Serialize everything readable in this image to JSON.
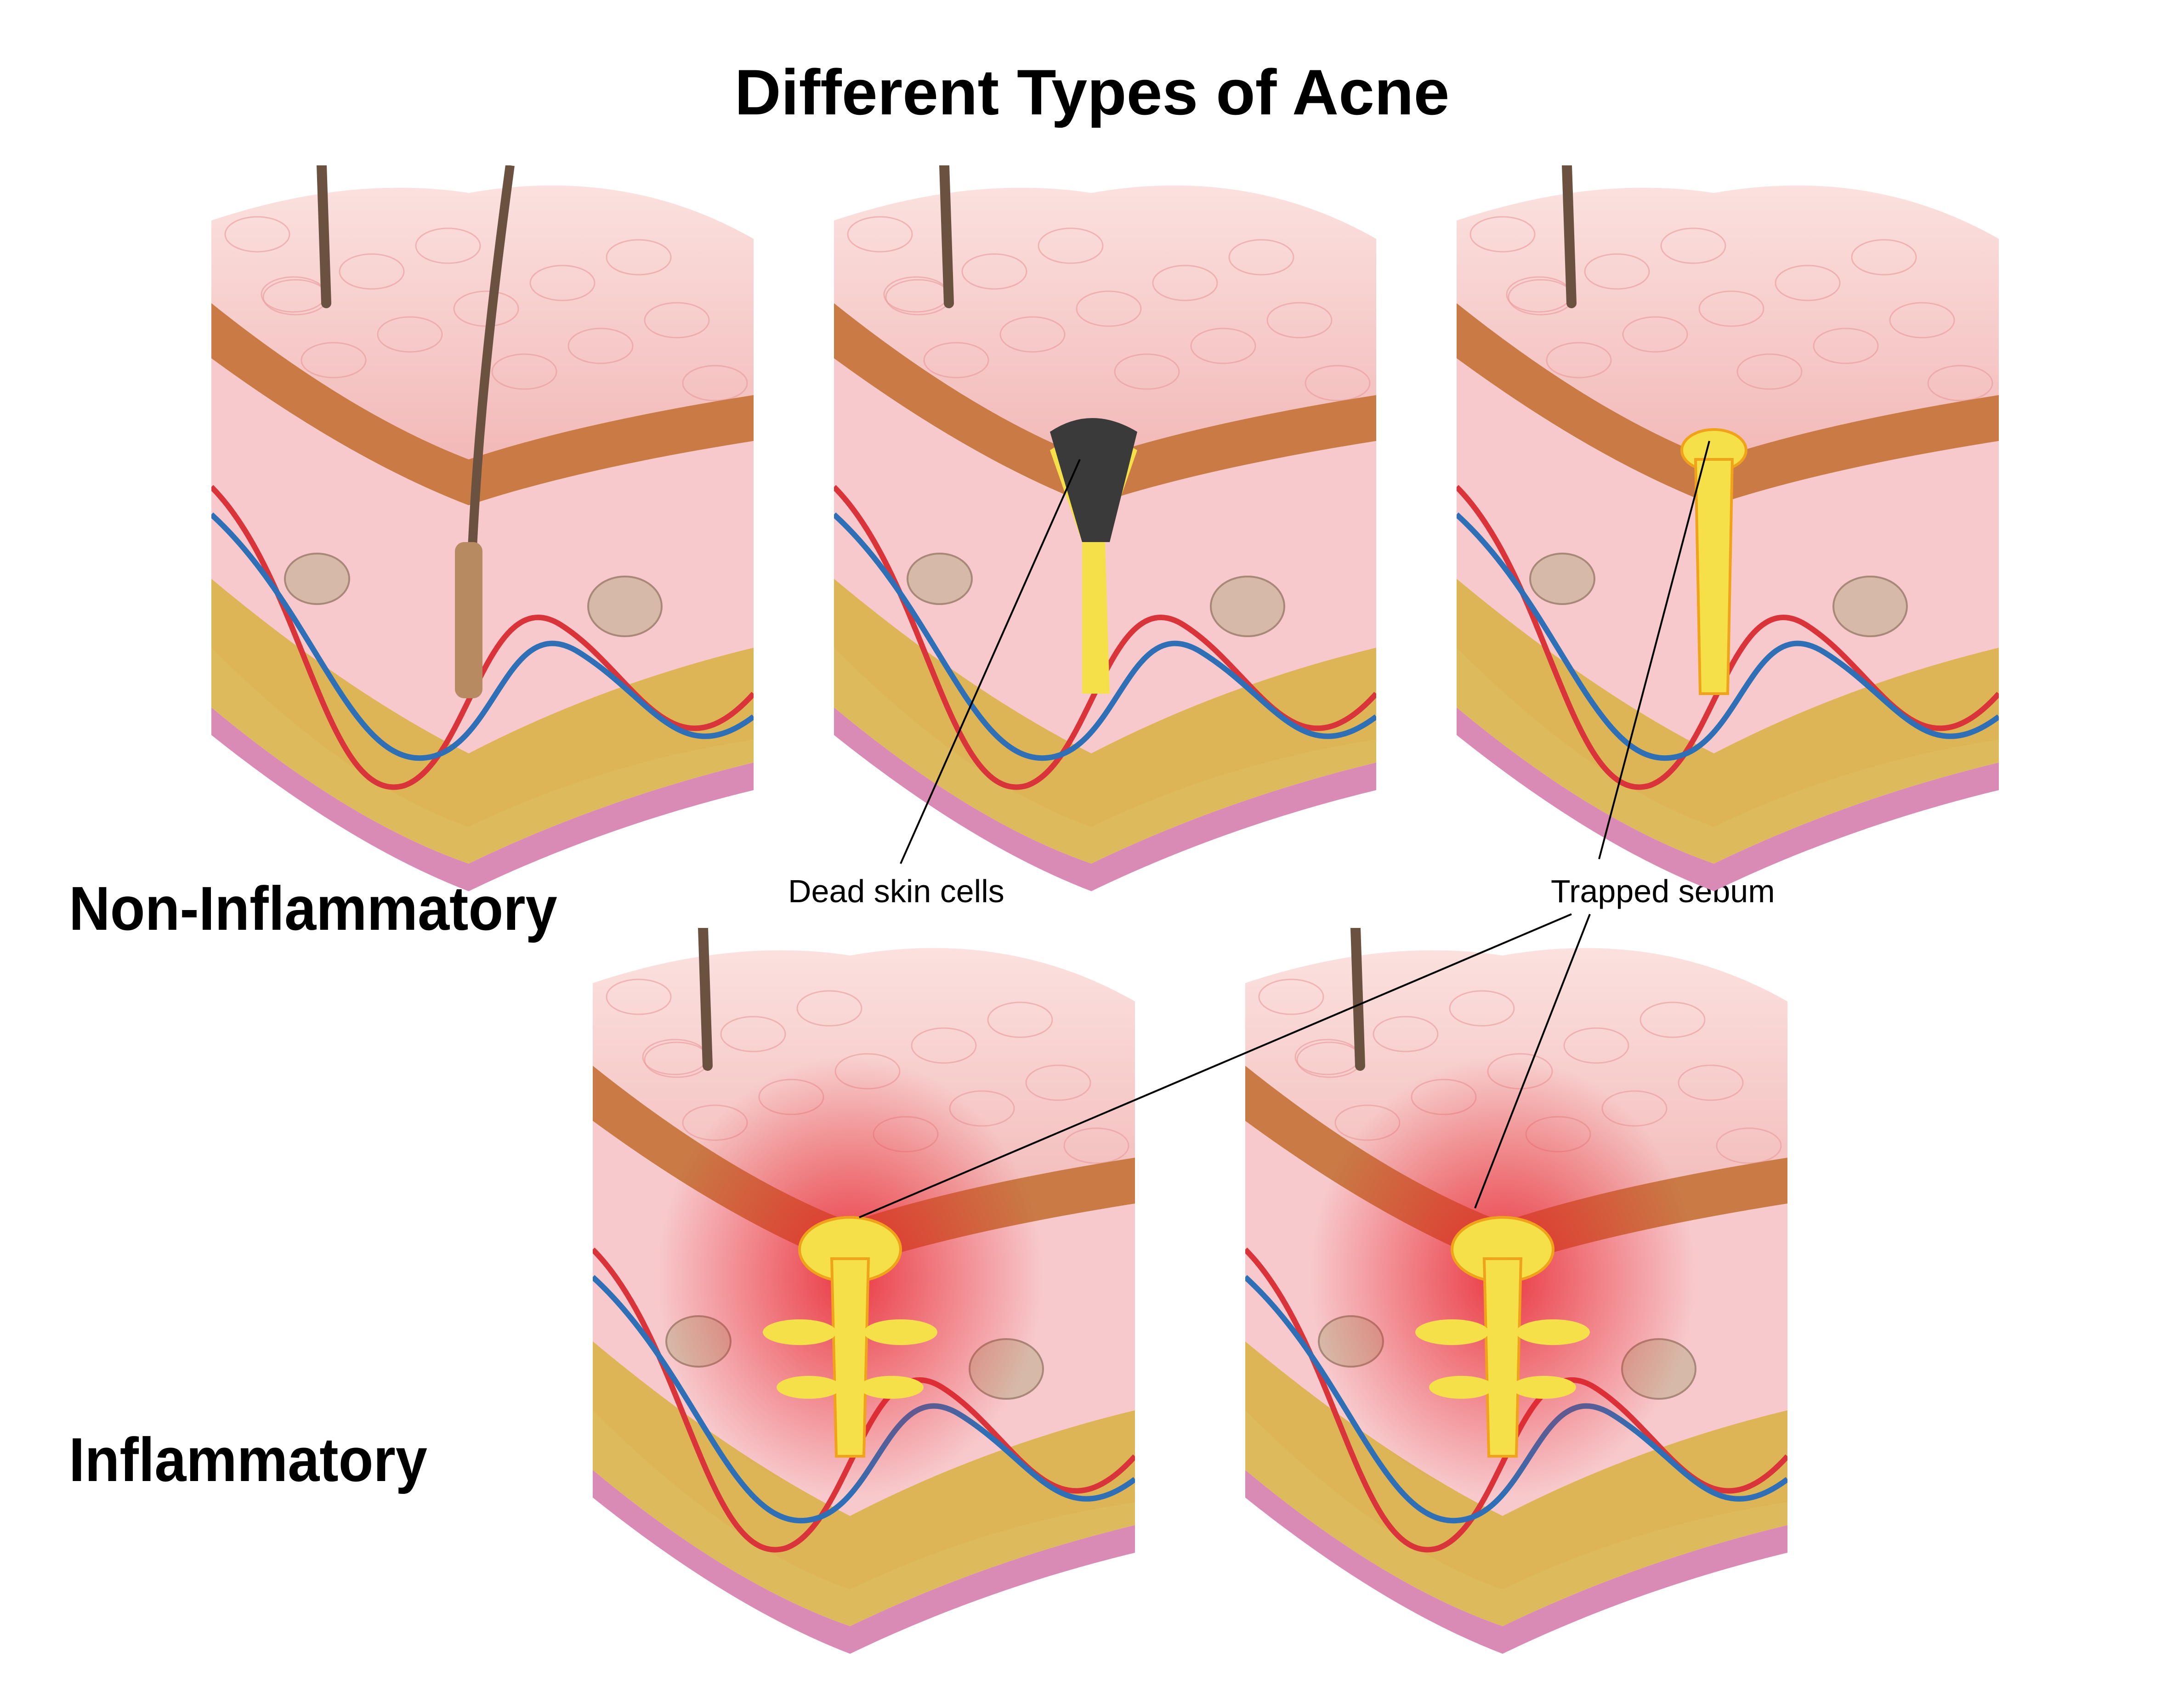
{
  "title": "Different Types of Acne",
  "sections": {
    "non_inflammatory": "Non-Inflammatory",
    "inflammatory": "Inflammatory"
  },
  "callouts": {
    "dead_skin_cells": "Dead skin cells",
    "trapped_sebum": "Trapped sebum"
  },
  "panels": [
    {
      "id": "normal-follicle",
      "plug": "none",
      "inflamed": false
    },
    {
      "id": "blackhead",
      "plug": "dark",
      "inflamed": false
    },
    {
      "id": "whitehead",
      "plug": "sebum",
      "inflamed": false
    },
    {
      "id": "papule",
      "plug": "sebum",
      "inflamed": true
    },
    {
      "id": "pustule",
      "plug": "sebum",
      "inflamed": true
    }
  ],
  "colors": {
    "skin_surface": "#f2b9b8",
    "epidermis": "#c97a45",
    "dermis": "#f7c9cc",
    "fat": "#d9b24a",
    "artery": "#d8343a",
    "vein": "#2f6fb5",
    "sebum": "#f6e04a",
    "blackhead": "#3a3a3a",
    "inflammation": "#e8202a"
  }
}
